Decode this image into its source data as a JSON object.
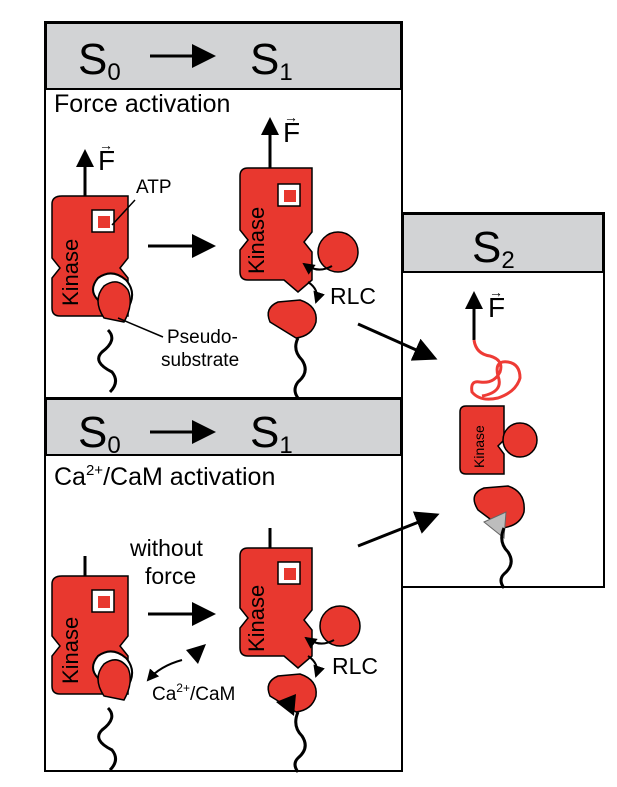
{
  "top_section": {
    "state_from": "S",
    "state_from_sub": "0",
    "state_to": "S",
    "state_to_sub": "1",
    "title": "Force activation"
  },
  "bottom_section": {
    "state_from": "S",
    "state_from_sub": "0",
    "state_to": "S",
    "state_to_sub": "1",
    "title_main": "Ca",
    "title_sup": "2+",
    "title_rest": "/CaM activation"
  },
  "right_section": {
    "state": "S",
    "state_sub": "2"
  },
  "labels": {
    "force": "F",
    "force_arrow": "→",
    "kinase": "Kinase",
    "atp": "ATP",
    "rlc": "RLC",
    "pseudo_line1": "Pseudo-",
    "pseudo_line2": "substrate",
    "without": "without",
    "force_word": "force",
    "ca_main": "Ca",
    "ca_sup": "2+",
    "ca_rest": "/CaM"
  },
  "colors": {
    "kinase_red": "#e8382f",
    "header_gray": "#d2d3d5",
    "linker_red": "#ee3b35",
    "triangle_gray": "#bdbdbd"
  }
}
